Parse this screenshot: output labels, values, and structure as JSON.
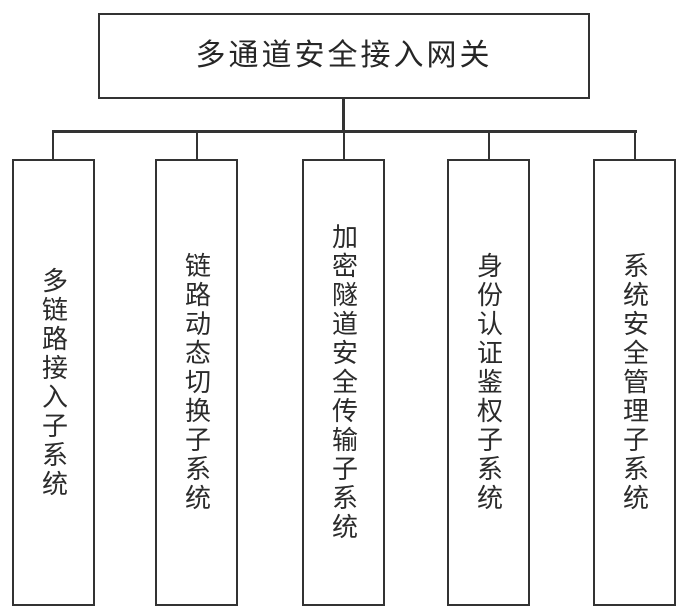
{
  "diagram": {
    "type": "hierarchy-block-diagram",
    "root": {
      "label": "多通道安全接入网关"
    },
    "children": [
      {
        "label": "多链路接入子系统"
      },
      {
        "label": "链路动态切换子系统"
      },
      {
        "label": "加密隧道安全传输子系统"
      },
      {
        "label": "身份认证鉴权子系统"
      },
      {
        "label": "系统安全管理子系统"
      }
    ],
    "colors": {
      "line": "#333333",
      "text": "#2b2b2b",
      "background": "#ffffff"
    }
  }
}
